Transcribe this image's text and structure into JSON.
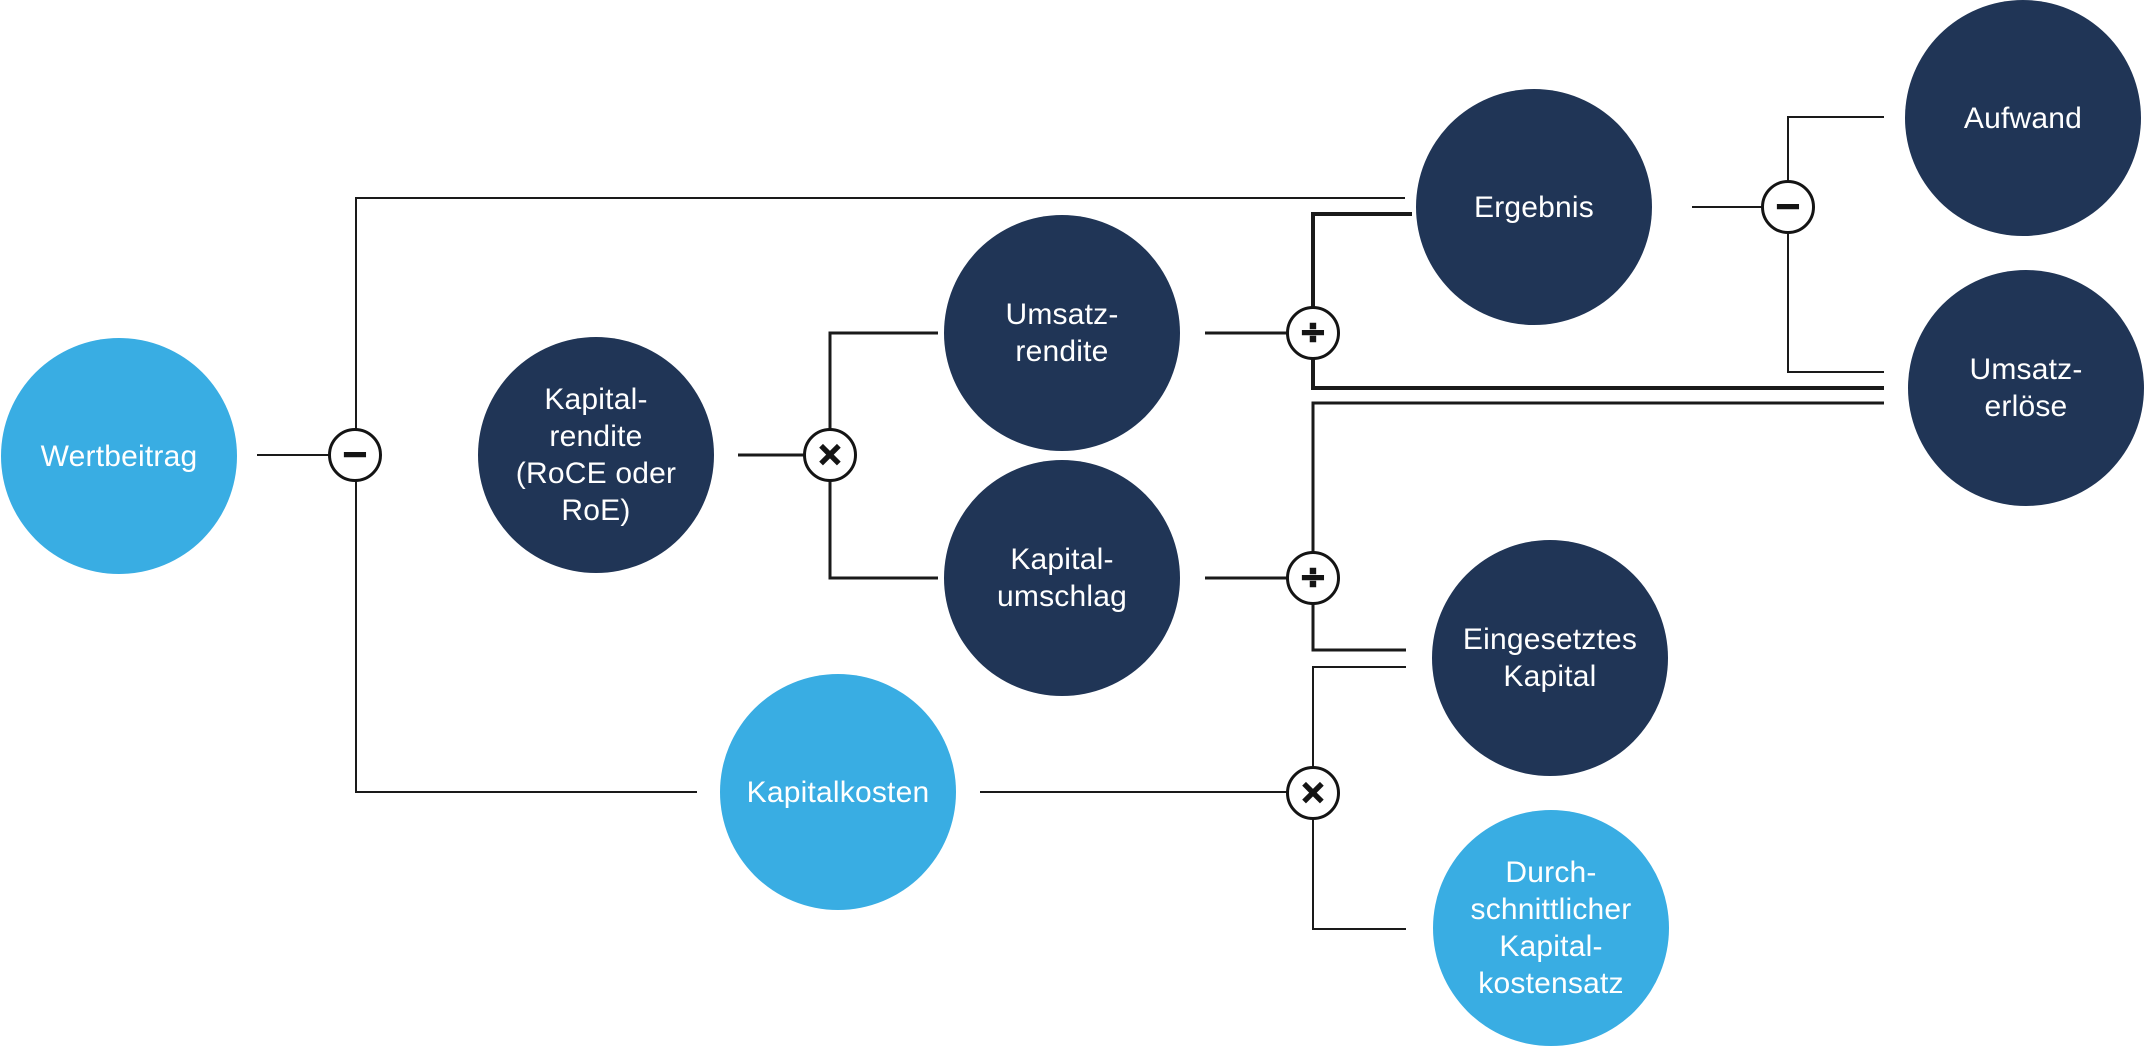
{
  "diagram": {
    "description": "Wertbeitrag driver tree",
    "colors": {
      "light_blue": "#39ADE3",
      "navy": "#203556",
      "line": "#1a1a1a",
      "background": "#ffffff",
      "text": "#ffffff"
    },
    "nodes": [
      {
        "id": "wertbeitrag",
        "label": "Wertbeitrag",
        "color": "#39ADE3"
      },
      {
        "id": "kapitalrendite",
        "label": "Kapital-\nrendite\n(RoCE oder\nRoE)",
        "color": "#203556"
      },
      {
        "id": "umsatzrendite",
        "label": "Umsatz-\nrendite",
        "color": "#203556"
      },
      {
        "id": "kapitalumschlag",
        "label": "Kapital-\numschlag",
        "color": "#203556"
      },
      {
        "id": "ergebnis",
        "label": "Ergebnis",
        "color": "#203556"
      },
      {
        "id": "aufwand",
        "label": "Aufwand",
        "color": "#203556"
      },
      {
        "id": "umsatzerloese",
        "label": "Umsatz-\nerlöse",
        "color": "#203556"
      },
      {
        "id": "eingesetztes-kapital",
        "label": "Eingesetztes\nKapital",
        "color": "#203556"
      },
      {
        "id": "kapitalkosten",
        "label": "Kapitalkosten",
        "color": "#39ADE3"
      },
      {
        "id": "kapitalkostensatz",
        "label": "Durch-\nschnittlicher\nKapital-\nkostensatz",
        "color": "#39ADE3"
      }
    ],
    "operators": [
      {
        "id": "minus-1",
        "symbol": "−",
        "meaning": "minus"
      },
      {
        "id": "times-1",
        "symbol": "×",
        "meaning": "multiply"
      },
      {
        "id": "divide-1",
        "symbol": "÷",
        "meaning": "divide"
      },
      {
        "id": "divide-2",
        "symbol": "÷",
        "meaning": "divide"
      },
      {
        "id": "minus-2",
        "symbol": "−",
        "meaning": "minus"
      },
      {
        "id": "times-2",
        "symbol": "×",
        "meaning": "multiply"
      }
    ]
  }
}
